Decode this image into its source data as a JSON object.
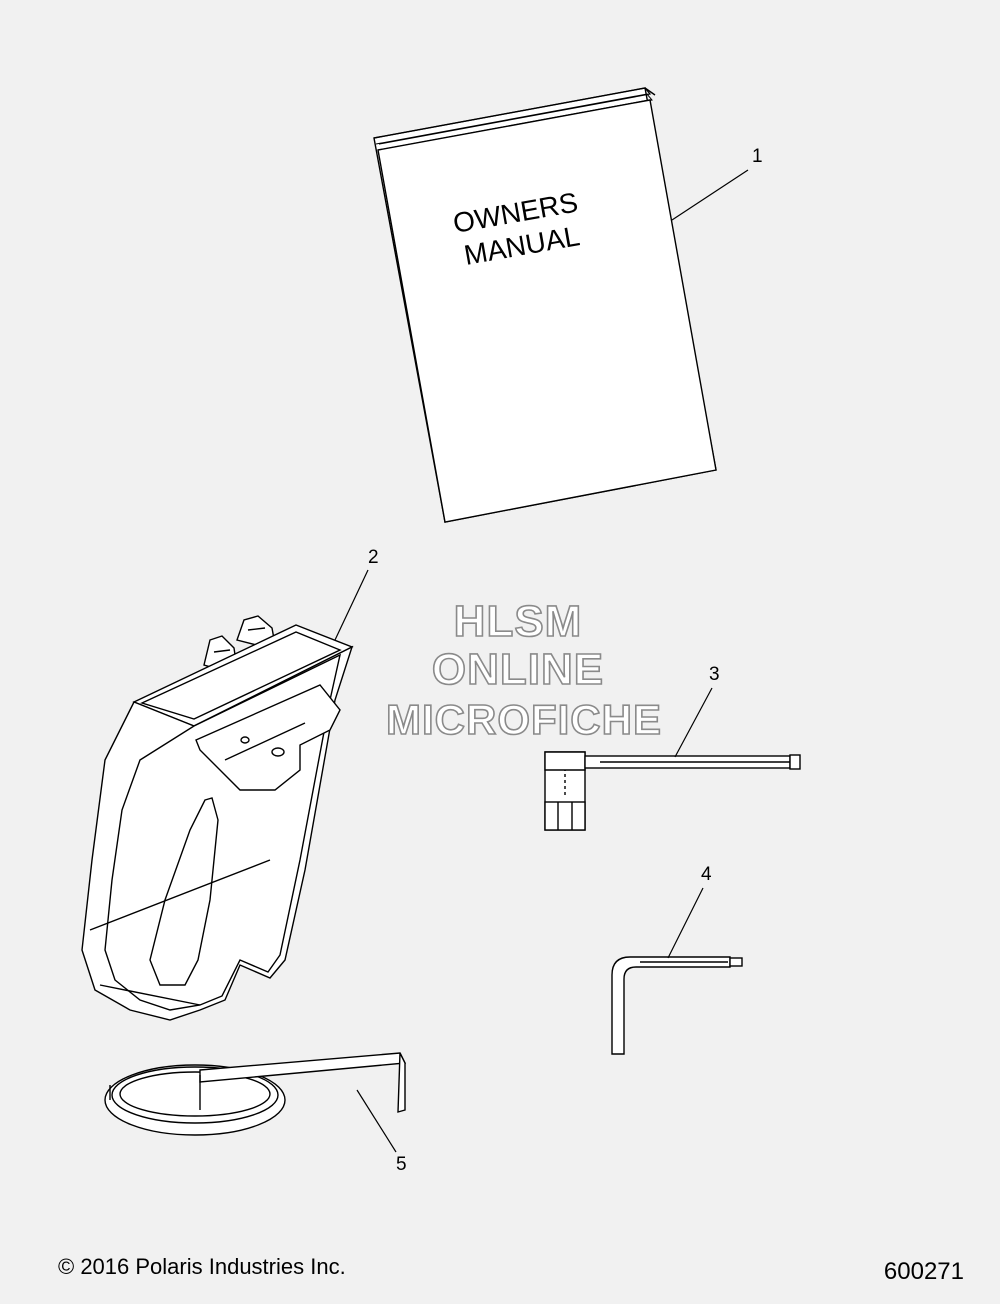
{
  "manual": {
    "line1": "OWNERS",
    "line2": "MANUAL"
  },
  "callouts": [
    "1",
    "2",
    "3",
    "4",
    "5"
  ],
  "watermark": {
    "line1": "HLSM",
    "line2": "ONLINE",
    "line3": "MICROFICHE"
  },
  "footer": {
    "copyright": "© 2016 Polaris Industries Inc.",
    "diagram_id": "600271"
  },
  "colors": {
    "background": "#f1f1f1",
    "line": "#000000",
    "watermark_outline": "#8a8a8a"
  }
}
